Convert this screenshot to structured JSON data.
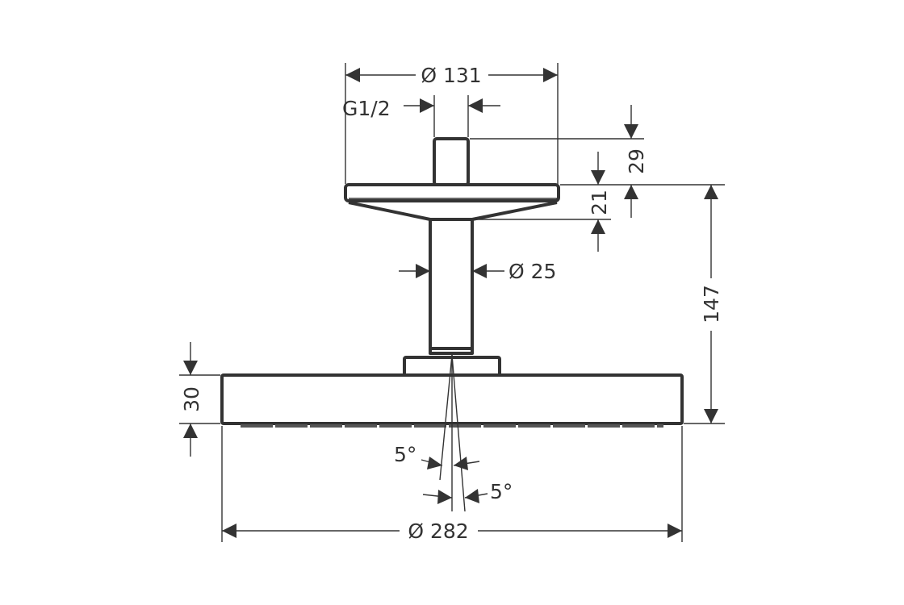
{
  "drawing": {
    "dim_top_diameter": "Ø 131",
    "dim_thread": "G1/2",
    "dim_pipe_diameter": "Ø 25",
    "dim_nipple_height": "29",
    "dim_flange_height": "21",
    "dim_total_height": "147",
    "dim_head_height": "30",
    "dim_head_diameter": "Ø 282",
    "angle_left": "5°",
    "angle_right": "5°",
    "line_color": "#333333"
  }
}
